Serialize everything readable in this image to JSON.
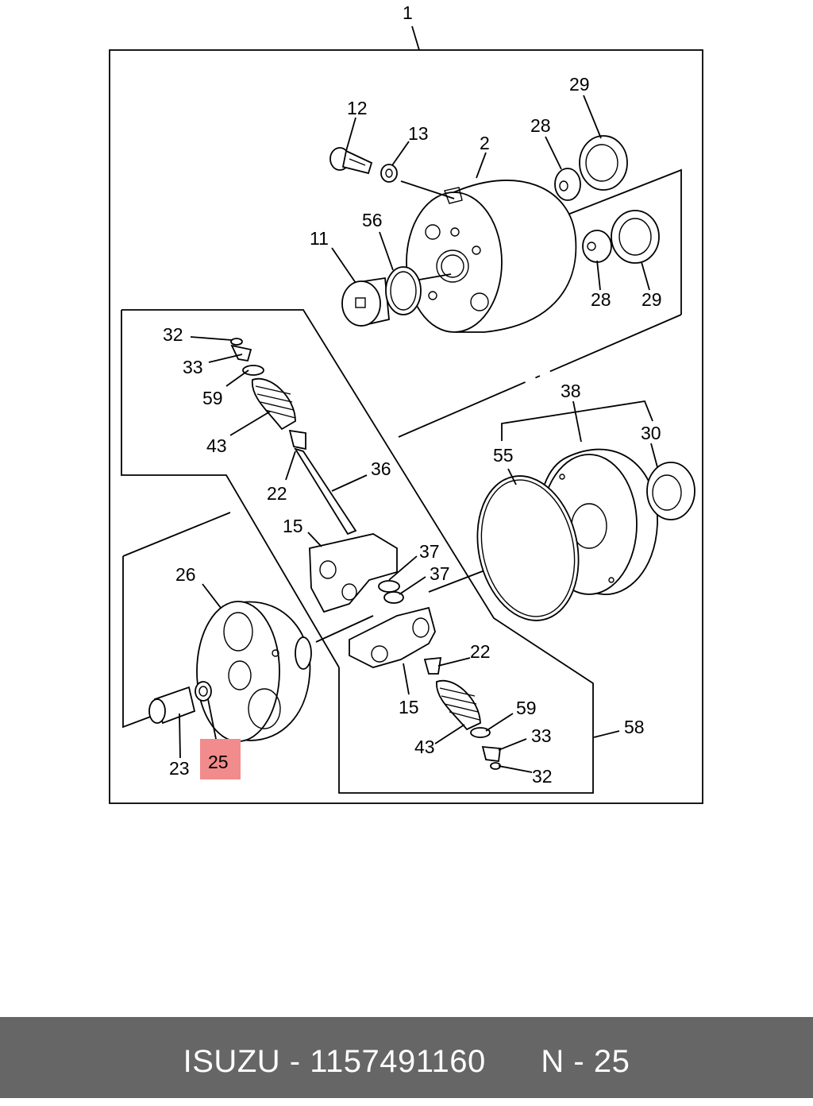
{
  "footer": {
    "brand": "ISUZU",
    "sep1": " - ",
    "part_number": "1157491160",
    "ref": "N - 25"
  },
  "highlight_color": "#f28b8b",
  "footer_color": "#666666",
  "callouts": {
    "c1": "1",
    "c2": "2",
    "c11": "11",
    "c12": "12",
    "c13": "13",
    "c15a": "15",
    "c15b": "15",
    "c22a": "22",
    "c22b": "22",
    "c23": "23",
    "c25": "25",
    "c26": "26",
    "c28a": "28",
    "c28b": "28",
    "c29a": "29",
    "c29b": "29",
    "c30": "30",
    "c32a": "32",
    "c32b": "32",
    "c33a": "33",
    "c33b": "33",
    "c36": "36",
    "c37a": "37",
    "c37b": "37",
    "c38": "38",
    "c43a": "43",
    "c43b": "43",
    "c55": "55",
    "c56": "56",
    "c58": "58",
    "c59a": "59",
    "c59b": "59"
  }
}
